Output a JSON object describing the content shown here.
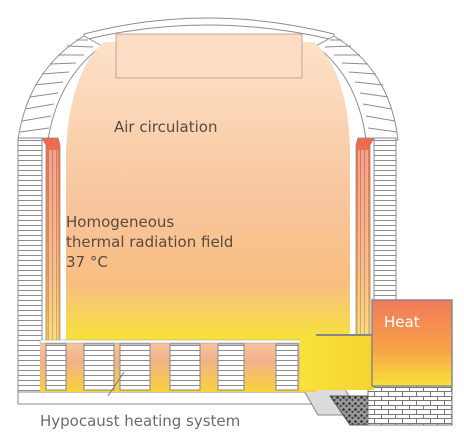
{
  "labels": {
    "air_circulation": "Air circulation",
    "field_line1": "Homogeneous",
    "field_line2": "thermal radiation field",
    "field_line3": "37 °C",
    "heat": "Heat",
    "hypocaust": "Hypocaust heating system"
  },
  "colors": {
    "chamber_top": "#fcdcc0",
    "chamber_mid": "#f8c198",
    "chamber_floor": "#f7e33a",
    "heat_source_hot": "#f07a5a",
    "heat_source_warm": "#f7b24a",
    "heat_source_yellow": "#f7e33a",
    "inner_lining": "#ef6a4a",
    "brick_line": "#999999",
    "text_dark": "#5a4a42",
    "text_caption": "#6b6b6b"
  }
}
